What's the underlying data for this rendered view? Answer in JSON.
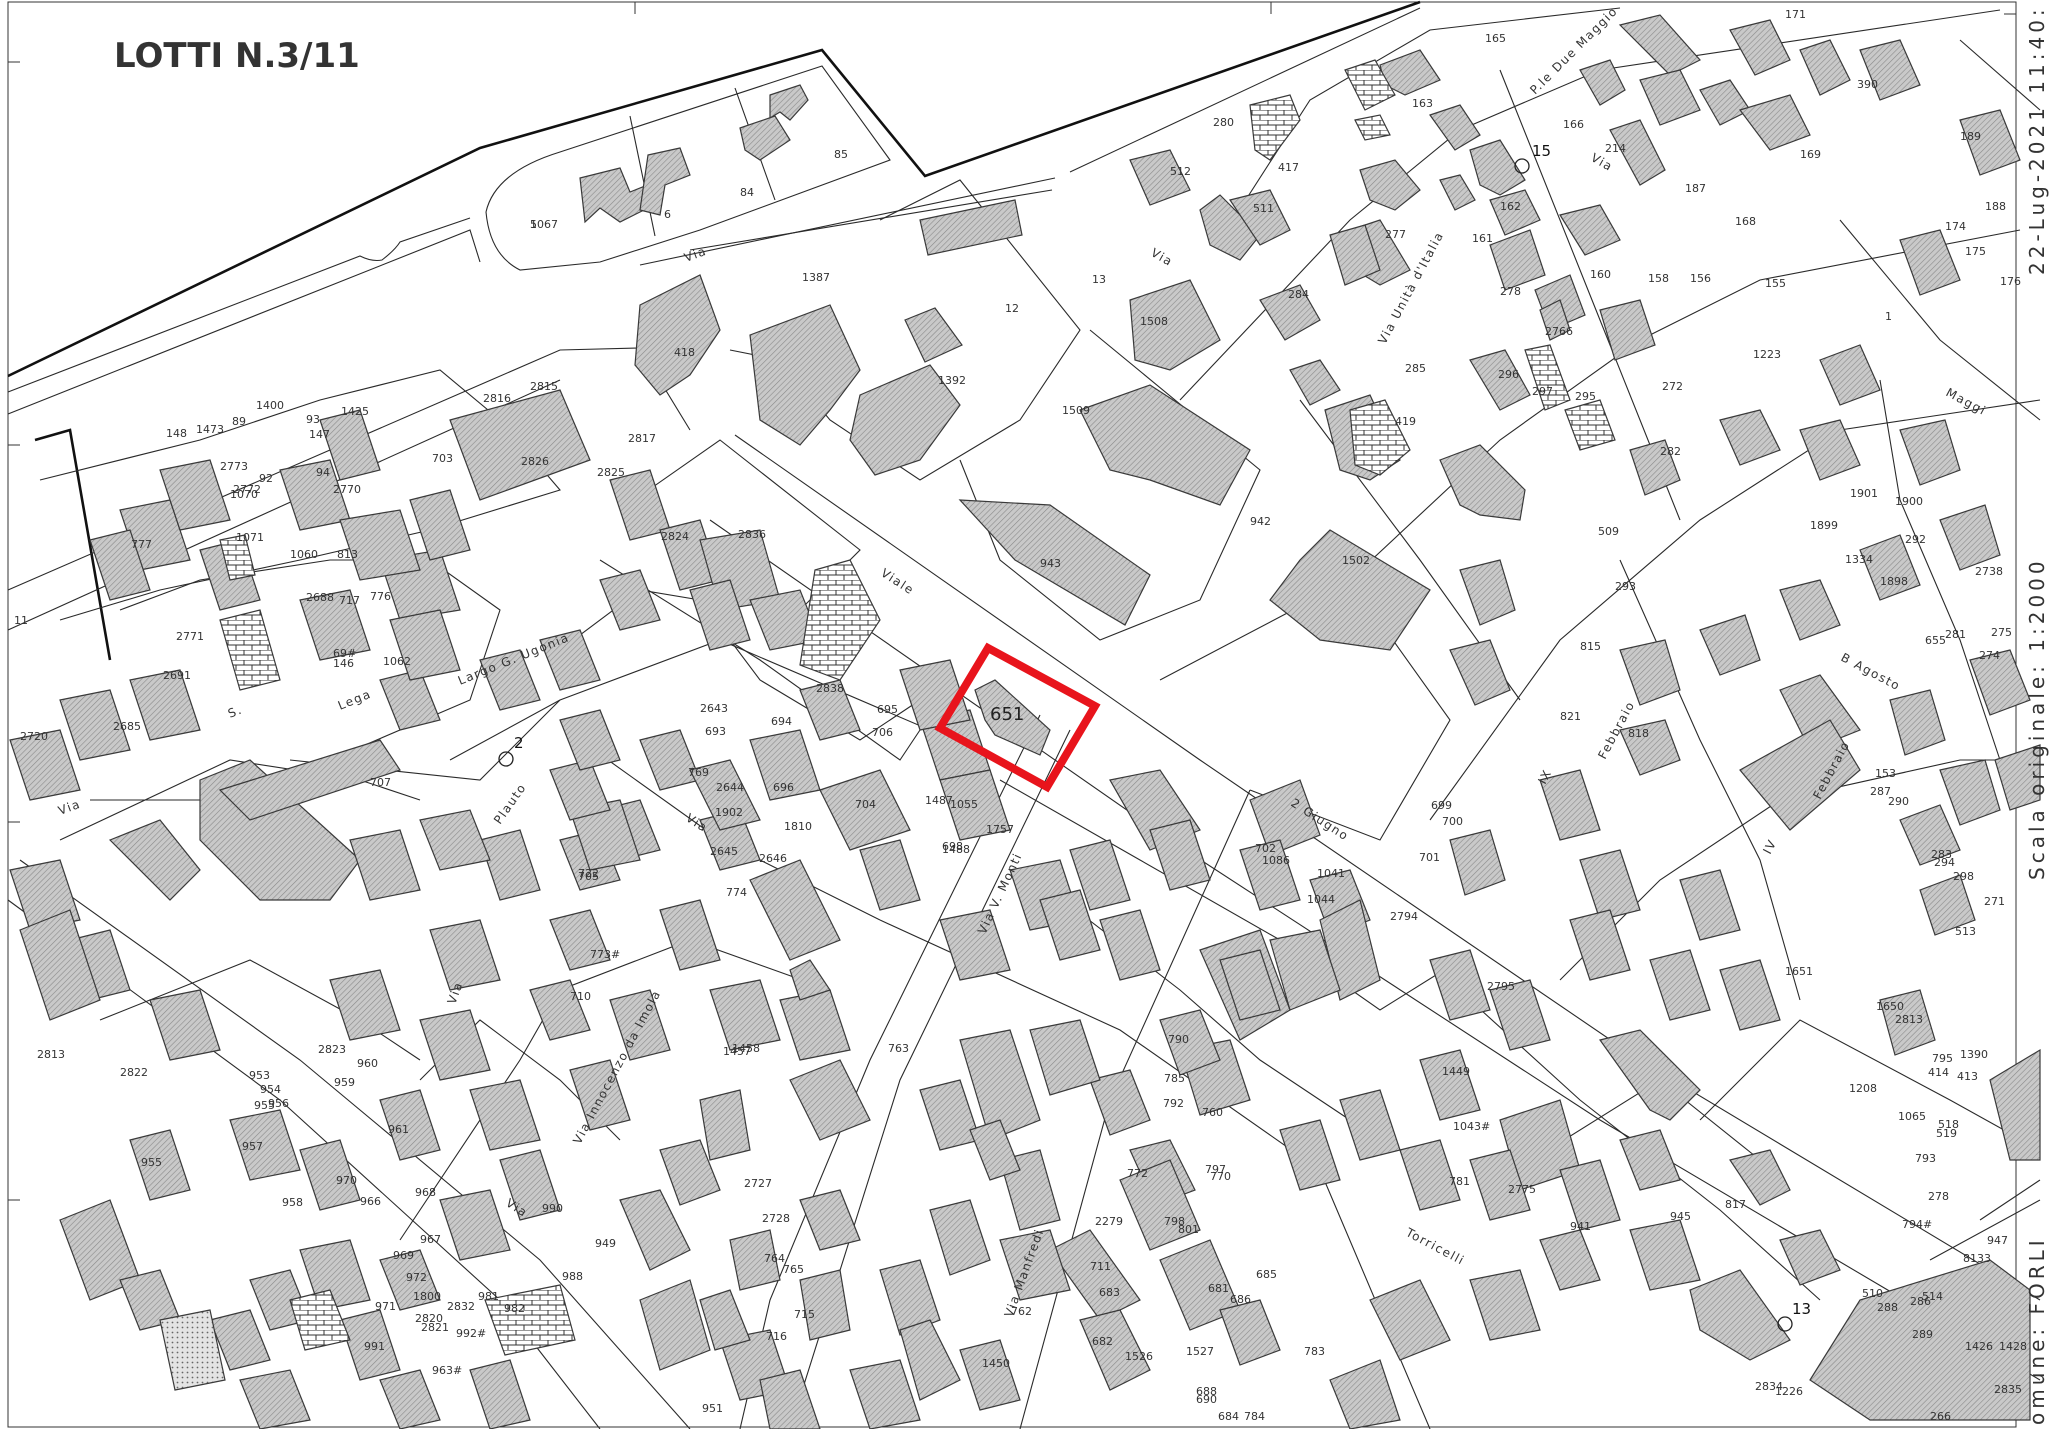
{
  "title": "LOTTI N.3/11",
  "side_text": {
    "datetime": "22-Lug-2021 11:40:",
    "scale": "Scala originale: 1:2000",
    "comune": "omune: FORLI"
  },
  "highlight": {
    "label": "651",
    "color": "#e8141c"
  },
  "streets": [
    "Viale",
    "Via",
    "Via",
    "Via",
    "Via",
    "Via",
    "Via",
    "Via",
    "Largo G. Ugonia",
    "Lega",
    "S.",
    "2 Giugno",
    "Via V. Monti",
    "Via Innocenzo da Imola",
    "Plauto",
    "Via Manfredi",
    "Torricelli",
    "Febbraio",
    "Febbraio",
    "B Agosto",
    "IX",
    "IV",
    "Via Unità d'Italia",
    "P.le Due Maggio",
    "Maggi"
  ],
  "markers": [
    "2",
    "15",
    "13"
  ],
  "parcels": [
    "5",
    "6",
    "84",
    "85",
    "1387",
    "12",
    "13",
    "418",
    "1392",
    "1509",
    "1508",
    "512",
    "280",
    "417",
    "511",
    "277",
    "284",
    "163",
    "165",
    "166",
    "214",
    "187",
    "168",
    "171",
    "169",
    "390",
    "189",
    "188",
    "174",
    "175",
    "176",
    "1",
    "161",
    "162",
    "160",
    "158",
    "156",
    "155",
    "278",
    "2766",
    "285",
    "296",
    "297",
    "295",
    "272",
    "282",
    "1223",
    "419",
    "509",
    "293",
    "815",
    "821",
    "818",
    "1502",
    "942",
    "943",
    "2836",
    "2838",
    "695",
    "693",
    "694",
    "696",
    "1487",
    "1055",
    "1757",
    "698",
    "1488",
    "704",
    "706",
    "2643",
    "2644",
    "1902",
    "2645",
    "2646",
    "1810",
    "774",
    "773#",
    "707",
    "705",
    "722",
    "769",
    "710",
    "760",
    "770",
    "772",
    "2279",
    "711",
    "762",
    "763",
    "1457",
    "1458",
    "2727",
    "2728",
    "764",
    "765",
    "716",
    "715",
    "681",
    "682",
    "683",
    "1526",
    "1527",
    "684",
    "685",
    "686",
    "690",
    "688",
    "783",
    "784",
    "785",
    "792",
    "790",
    "797",
    "798",
    "801",
    "1086",
    "1041",
    "699",
    "701",
    "700",
    "2794",
    "2795",
    "702",
    "1044",
    "1449",
    "1043#",
    "781",
    "2775",
    "941",
    "945",
    "817",
    "1208",
    "1065",
    "793",
    "794#",
    "795",
    "1390",
    "514",
    "1226",
    "1899",
    "1901",
    "1900",
    "292",
    "2738",
    "1898",
    "1334",
    "655",
    "281",
    "275",
    "274",
    "153",
    "290",
    "287",
    "283",
    "294",
    "298",
    "271",
    "513",
    "1651",
    "1650",
    "2813",
    "414",
    "413",
    "518",
    "519",
    "278",
    "947",
    "8133",
    "286",
    "510",
    "288",
    "289",
    "2834",
    "1426",
    "1428",
    "2835",
    "266",
    "1473",
    "89",
    "1400",
    "1425",
    "148",
    "93",
    "147",
    "94",
    "92",
    "2770",
    "777",
    "2773",
    "1070",
    "2772",
    "1071",
    "1060",
    "813",
    "717",
    "776",
    "69#",
    "146",
    "1062",
    "2688",
    "2771",
    "2691",
    "11",
    "2720",
    "2685",
    "703",
    "2826",
    "2816",
    "2815",
    "2817",
    "2825",
    "2824",
    "2823",
    "2822",
    "2813",
    "955",
    "953",
    "954",
    "955",
    "956",
    "957",
    "958",
    "959",
    "960",
    "961",
    "970",
    "966",
    "967",
    "968",
    "969",
    "971",
    "972",
    "1800",
    "2821",
    "2820",
    "2832",
    "991",
    "992#",
    "963#",
    "981",
    "982",
    "988",
    "949",
    "990",
    "951",
    "1450",
    "1067"
  ]
}
